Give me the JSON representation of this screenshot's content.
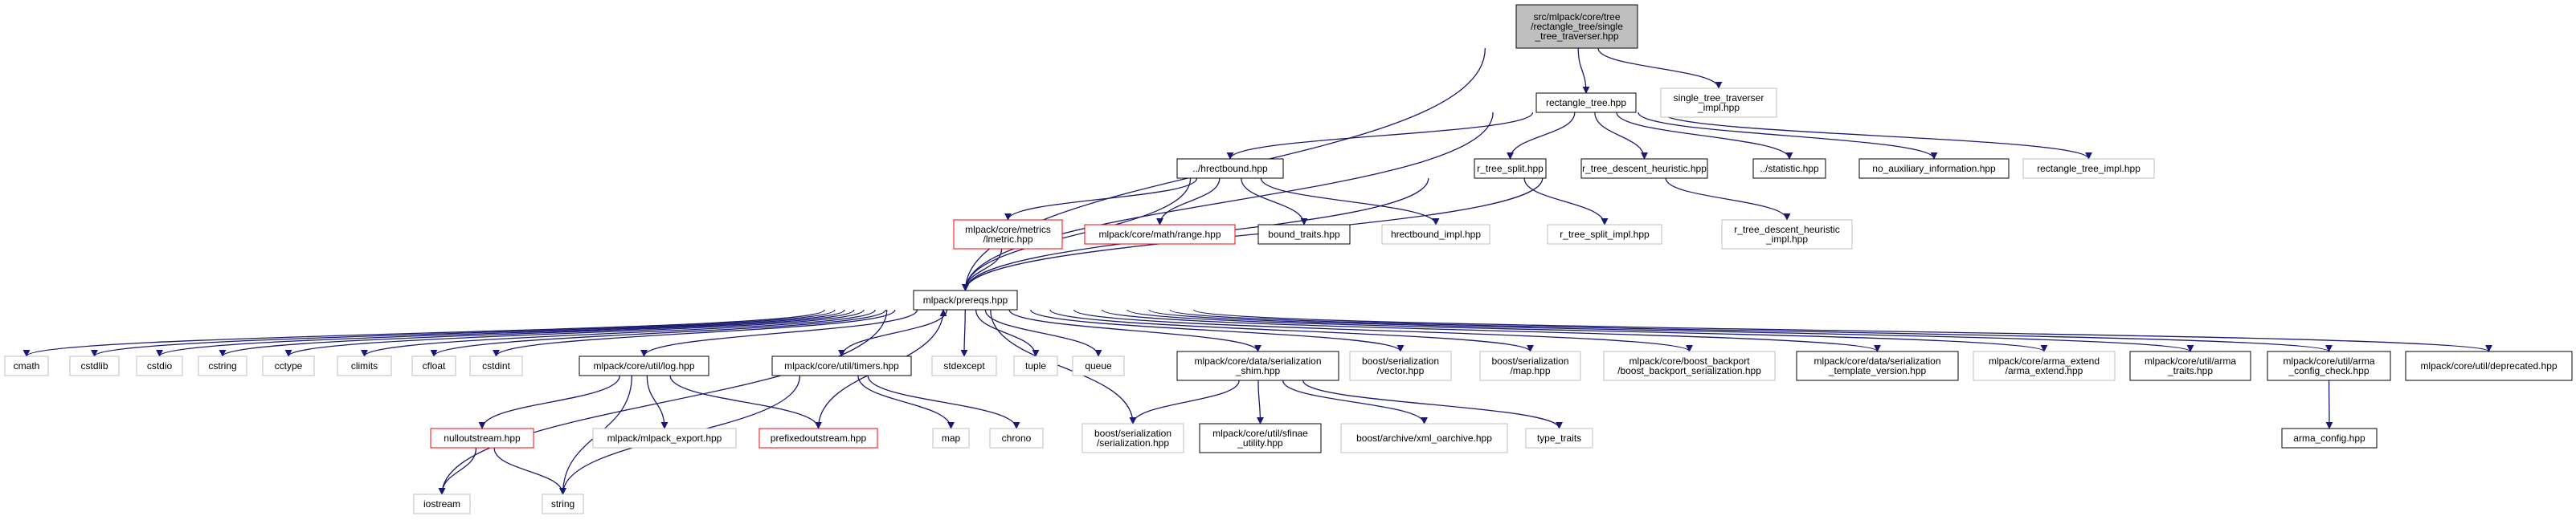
{
  "nodes": [
    {
      "id": "root",
      "lines": [
        "src/mlpack/core/tree",
        "/rectangle_tree/single",
        "_tree_traverser.hpp"
      ],
      "style": "root"
    },
    {
      "id": "rectangle_tree",
      "lines": [
        "rectangle_tree.hpp"
      ],
      "style": "dark"
    },
    {
      "id": "stt_impl",
      "lines": [
        "single_tree_traverser",
        "_impl.hpp"
      ],
      "style": "light"
    },
    {
      "id": "hrectbound",
      "lines": [
        "../hrectbound.hpp"
      ],
      "style": "dark"
    },
    {
      "id": "r_tree_split",
      "lines": [
        "r_tree_split.hpp"
      ],
      "style": "dark"
    },
    {
      "id": "r_tree_descent",
      "lines": [
        "r_tree_descent_heuristic.hpp"
      ],
      "style": "dark"
    },
    {
      "id": "statistic",
      "lines": [
        "../statistic.hpp"
      ],
      "style": "dark"
    },
    {
      "id": "no_aux",
      "lines": [
        "no_auxiliary_information.hpp"
      ],
      "style": "dark"
    },
    {
      "id": "rect_impl",
      "lines": [
        "rectangle_tree_impl.hpp"
      ],
      "style": "light"
    },
    {
      "id": "lmetric",
      "lines": [
        "mlpack/core/metrics",
        "/lmetric.hpp"
      ],
      "style": "red"
    },
    {
      "id": "range",
      "lines": [
        "mlpack/core/math/range.hpp"
      ],
      "style": "red"
    },
    {
      "id": "bound_traits",
      "lines": [
        "bound_traits.hpp"
      ],
      "style": "dark"
    },
    {
      "id": "hrect_impl",
      "lines": [
        "hrectbound_impl.hpp"
      ],
      "style": "light"
    },
    {
      "id": "split_impl",
      "lines": [
        "r_tree_split_impl.hpp"
      ],
      "style": "light"
    },
    {
      "id": "descent_impl",
      "lines": [
        "r_tree_descent_heuristic",
        "_impl.hpp"
      ],
      "style": "light"
    },
    {
      "id": "prereqs",
      "lines": [
        "mlpack/prereqs.hpp"
      ],
      "style": "dark"
    },
    {
      "id": "cmath",
      "lines": [
        "cmath"
      ],
      "style": "light"
    },
    {
      "id": "cstdlib",
      "lines": [
        "cstdlib"
      ],
      "style": "light"
    },
    {
      "id": "cstdio",
      "lines": [
        "cstdio"
      ],
      "style": "light"
    },
    {
      "id": "cstring",
      "lines": [
        "cstring"
      ],
      "style": "light"
    },
    {
      "id": "cctype",
      "lines": [
        "cctype"
      ],
      "style": "light"
    },
    {
      "id": "climits",
      "lines": [
        "climits"
      ],
      "style": "light"
    },
    {
      "id": "cfloat",
      "lines": [
        "cfloat"
      ],
      "style": "light"
    },
    {
      "id": "cstdint",
      "lines": [
        "cstdint"
      ],
      "style": "light"
    },
    {
      "id": "log",
      "lines": [
        "mlpack/core/util/log.hpp"
      ],
      "style": "dark"
    },
    {
      "id": "timers",
      "lines": [
        "mlpack/core/util/timers.hpp"
      ],
      "style": "dark"
    },
    {
      "id": "stdexcept",
      "lines": [
        "stdexcept"
      ],
      "style": "light"
    },
    {
      "id": "tuple",
      "lines": [
        "tuple"
      ],
      "style": "light"
    },
    {
      "id": "queue",
      "lines": [
        "queue"
      ],
      "style": "light"
    },
    {
      "id": "ser_shim",
      "lines": [
        "mlpack/core/data/serialization",
        "_shim.hpp"
      ],
      "style": "dark"
    },
    {
      "id": "boost_vector",
      "lines": [
        "boost/serialization",
        "/vector.hpp"
      ],
      "style": "light"
    },
    {
      "id": "boost_map",
      "lines": [
        "boost/serialization",
        "/map.hpp"
      ],
      "style": "light"
    },
    {
      "id": "boost_backport",
      "lines": [
        "mlpack/core/boost_backport",
        "/boost_backport_serialization.hpp"
      ],
      "style": "light"
    },
    {
      "id": "ser_template",
      "lines": [
        "mlpack/core/data/serialization",
        "_template_version.hpp"
      ],
      "style": "dark"
    },
    {
      "id": "arma_extend",
      "lines": [
        "mlpack/core/arma_extend",
        "/arma_extend.hpp"
      ],
      "style": "light"
    },
    {
      "id": "arma_traits",
      "lines": [
        "mlpack/core/util/arma",
        "_traits.hpp"
      ],
      "style": "dark"
    },
    {
      "id": "arma_config_check",
      "lines": [
        "mlpack/core/util/arma",
        "_config_check.hpp"
      ],
      "style": "dark"
    },
    {
      "id": "deprecated",
      "lines": [
        "mlpack/core/util/deprecated.hpp"
      ],
      "style": "dark"
    },
    {
      "id": "nulloutstream",
      "lines": [
        "nulloutstream.hpp"
      ],
      "style": "red"
    },
    {
      "id": "mlpack_export",
      "lines": [
        "mlpack/mlpack_export.hpp"
      ],
      "style": "light"
    },
    {
      "id": "prefixed",
      "lines": [
        "prefixedoutstream.hpp"
      ],
      "style": "red"
    },
    {
      "id": "map",
      "lines": [
        "map"
      ],
      "style": "light"
    },
    {
      "id": "chrono",
      "lines": [
        "chrono"
      ],
      "style": "light"
    },
    {
      "id": "boost_ser",
      "lines": [
        "boost/serialization",
        "/serialization.hpp"
      ],
      "style": "light"
    },
    {
      "id": "sfinae",
      "lines": [
        "mlpack/core/util/sfinae",
        "_utility.hpp"
      ],
      "style": "dark"
    },
    {
      "id": "xml_oarchive",
      "lines": [
        "boost/archive/xml_oarchive.hpp"
      ],
      "style": "light"
    },
    {
      "id": "type_traits",
      "lines": [
        "type_traits"
      ],
      "style": "light"
    },
    {
      "id": "arma_config",
      "lines": [
        "arma_config.hpp"
      ],
      "style": "dark"
    },
    {
      "id": "iostream",
      "lines": [
        "iostream"
      ],
      "style": "light"
    },
    {
      "id": "string",
      "lines": [
        "string"
      ],
      "style": "light"
    }
  ],
  "edges": [
    [
      "root",
      "rectangle_tree"
    ],
    [
      "root",
      "stt_impl"
    ],
    [
      "root",
      "prereqs"
    ],
    [
      "rectangle_tree",
      "hrectbound"
    ],
    [
      "rectangle_tree",
      "r_tree_split"
    ],
    [
      "rectangle_tree",
      "r_tree_descent"
    ],
    [
      "rectangle_tree",
      "statistic"
    ],
    [
      "rectangle_tree",
      "no_aux"
    ],
    [
      "rectangle_tree",
      "rect_impl"
    ],
    [
      "rectangle_tree",
      "prereqs"
    ],
    [
      "hrectbound",
      "lmetric"
    ],
    [
      "hrectbound",
      "range"
    ],
    [
      "hrectbound",
      "bound_traits"
    ],
    [
      "hrectbound",
      "hrect_impl"
    ],
    [
      "hrectbound",
      "prereqs"
    ],
    [
      "r_tree_split",
      "split_impl"
    ],
    [
      "r_tree_split",
      "prereqs"
    ],
    [
      "r_tree_descent",
      "descent_impl"
    ],
    [
      "r_tree_descent",
      "prereqs"
    ],
    [
      "lmetric",
      "prereqs"
    ],
    [
      "prereqs",
      "cmath"
    ],
    [
      "prereqs",
      "cstdlib"
    ],
    [
      "prereqs",
      "cstdio"
    ],
    [
      "prereqs",
      "cstring"
    ],
    [
      "prereqs",
      "cctype"
    ],
    [
      "prereqs",
      "climits"
    ],
    [
      "prereqs",
      "cfloat"
    ],
    [
      "prereqs",
      "cstdint"
    ],
    [
      "prereqs",
      "iostream"
    ],
    [
      "prereqs",
      "log"
    ],
    [
      "prereqs",
      "timers"
    ],
    [
      "prereqs",
      "stdexcept"
    ],
    [
      "prereqs",
      "tuple"
    ],
    [
      "prereqs",
      "queue"
    ],
    [
      "prereqs",
      "boost_ser"
    ],
    [
      "prereqs",
      "ser_shim"
    ],
    [
      "prereqs",
      "boost_vector"
    ],
    [
      "prereqs",
      "boost_map"
    ],
    [
      "prereqs",
      "boost_backport"
    ],
    [
      "prereqs",
      "ser_template"
    ],
    [
      "prereqs",
      "arma_extend"
    ],
    [
      "prereqs",
      "arma_traits"
    ],
    [
      "prereqs",
      "arma_config_check"
    ],
    [
      "prereqs",
      "deprecated"
    ],
    [
      "log",
      "nulloutstream"
    ],
    [
      "log",
      "mlpack_export"
    ],
    [
      "log",
      "prefixed"
    ],
    [
      "log",
      "string"
    ],
    [
      "nulloutstream",
      "iostream"
    ],
    [
      "nulloutstream",
      "string"
    ],
    [
      "prefixed",
      "prereqs"
    ],
    [
      "timers",
      "map"
    ],
    [
      "timers",
      "chrono"
    ],
    [
      "timers",
      "string"
    ],
    [
      "ser_shim",
      "boost_ser"
    ],
    [
      "ser_shim",
      "sfinae"
    ],
    [
      "ser_shim",
      "xml_oarchive"
    ],
    [
      "ser_shim",
      "type_traits"
    ],
    [
      "arma_config_check",
      "arma_config"
    ]
  ],
  "colors": {
    "edge": "#191970",
    "dark_border": "#000000",
    "light_border": "#bfbfbf",
    "red_border": "#ff0000",
    "root_fill": "#bfbfbf",
    "fill": "#ffffff"
  }
}
